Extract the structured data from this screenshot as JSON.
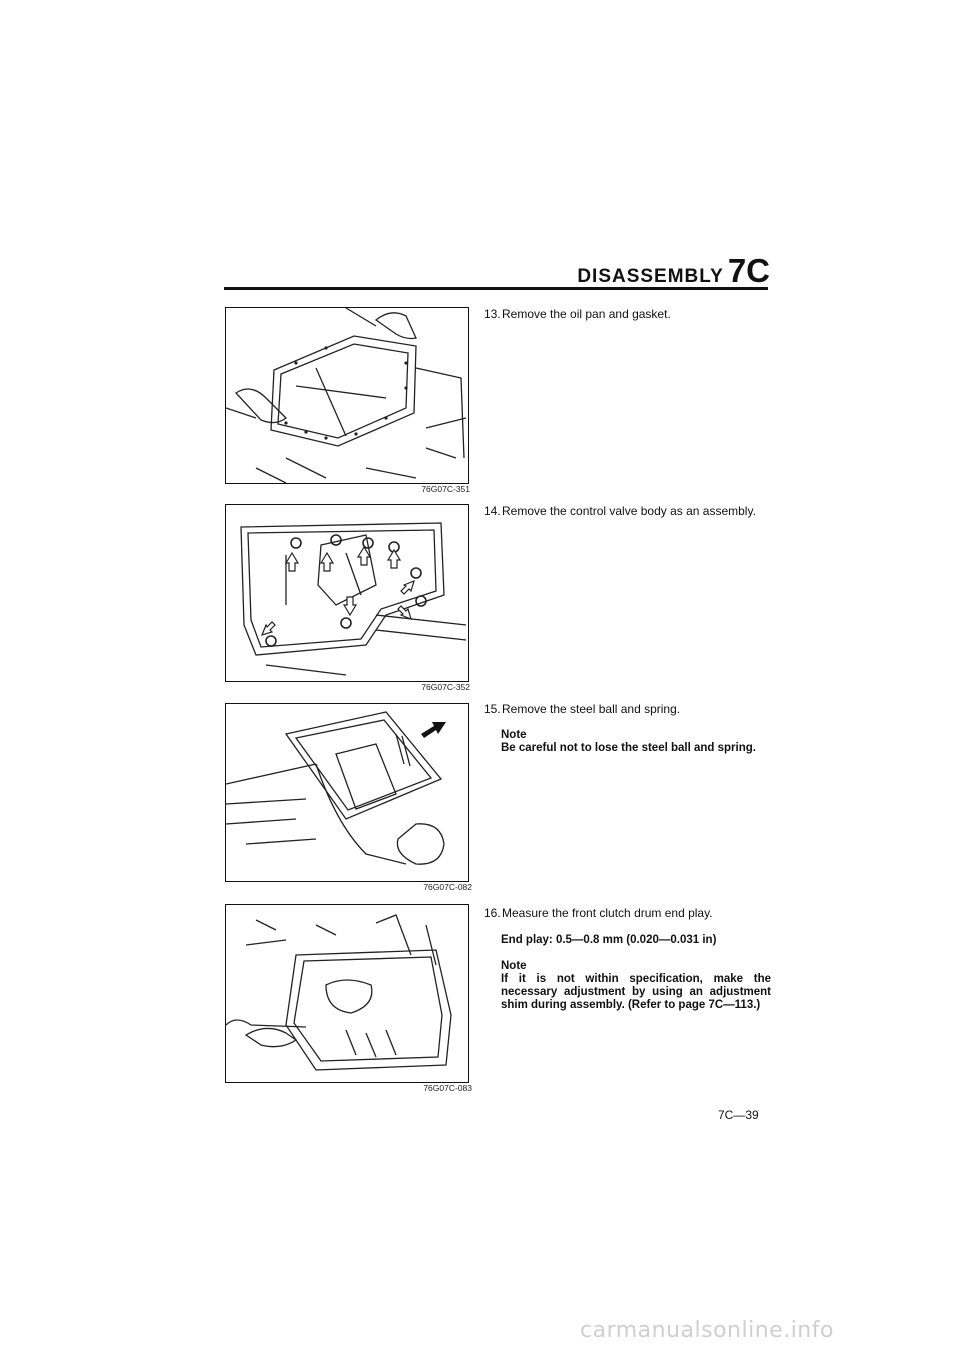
{
  "header": {
    "title_word": "DISASSEMBLY",
    "section": "7C"
  },
  "figures": [
    {
      "code": "76G07C-351"
    },
    {
      "code": "76G07C-352"
    },
    {
      "code": "76G07C-082"
    },
    {
      "code": "76G07C-083"
    }
  ],
  "steps": [
    {
      "number": "13.",
      "text": "Remove the oil pan and gasket."
    },
    {
      "number": "14.",
      "text": "Remove the control valve body as an assembly."
    },
    {
      "number": "15.",
      "text": "Remove the steel ball and spring.",
      "note_title": "Note",
      "note_text": "Be careful not to lose the steel ball and spring."
    },
    {
      "number": "16.",
      "text": "Measure the front clutch drum end play.",
      "spec": "End play: 0.5—0.8 mm (0.020—0.031 in)",
      "note_title": "Note",
      "note_text": "If it is not within specification, make the necessary adjustment by using an adjustment shim during assembly. (Refer to page 7C—113.)"
    }
  ],
  "page_number": "7C—39",
  "footer": {
    "site": "carmanualsonline.info"
  }
}
